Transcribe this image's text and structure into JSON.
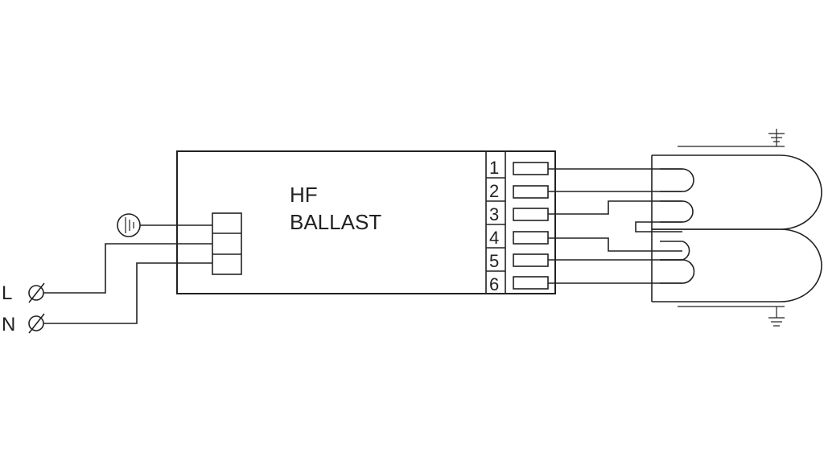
{
  "ballast": {
    "line1": "HF",
    "line2": "BALLAST"
  },
  "terminals": [
    "1",
    "2",
    "3",
    "4",
    "5",
    "6"
  ],
  "mains": {
    "live": "L",
    "neutral": "N"
  },
  "icons": {
    "mains_terminal": "crossed-circle-terminal-icon",
    "earth": "earth-symbol-icon",
    "ground": "ground-symbol-icon"
  },
  "colors": {
    "line": "#222222",
    "background": "#ffffff"
  }
}
